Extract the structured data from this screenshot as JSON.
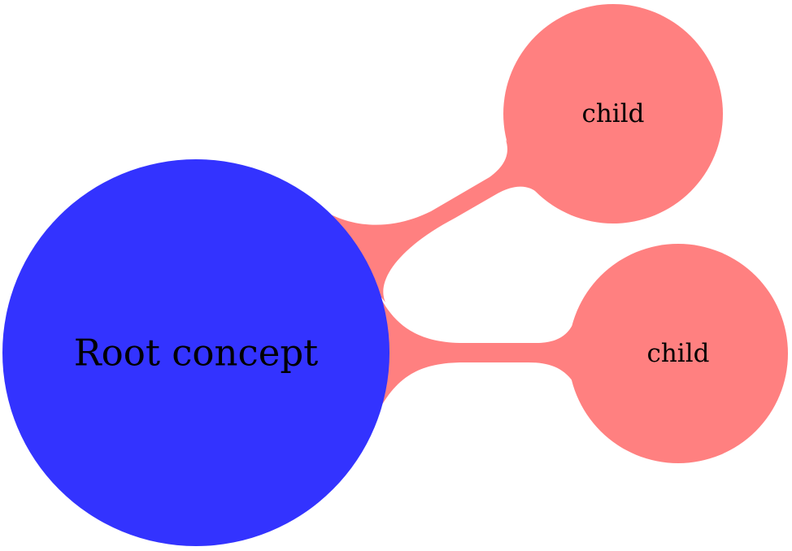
{
  "mindmap": {
    "root": {
      "label": "Root concept",
      "color": "#3333ff"
    },
    "children": [
      {
        "label": "child",
        "color": "#ff8080"
      },
      {
        "label": "child",
        "color": "#ff8080"
      }
    ],
    "connector_color": "#ff8080"
  }
}
